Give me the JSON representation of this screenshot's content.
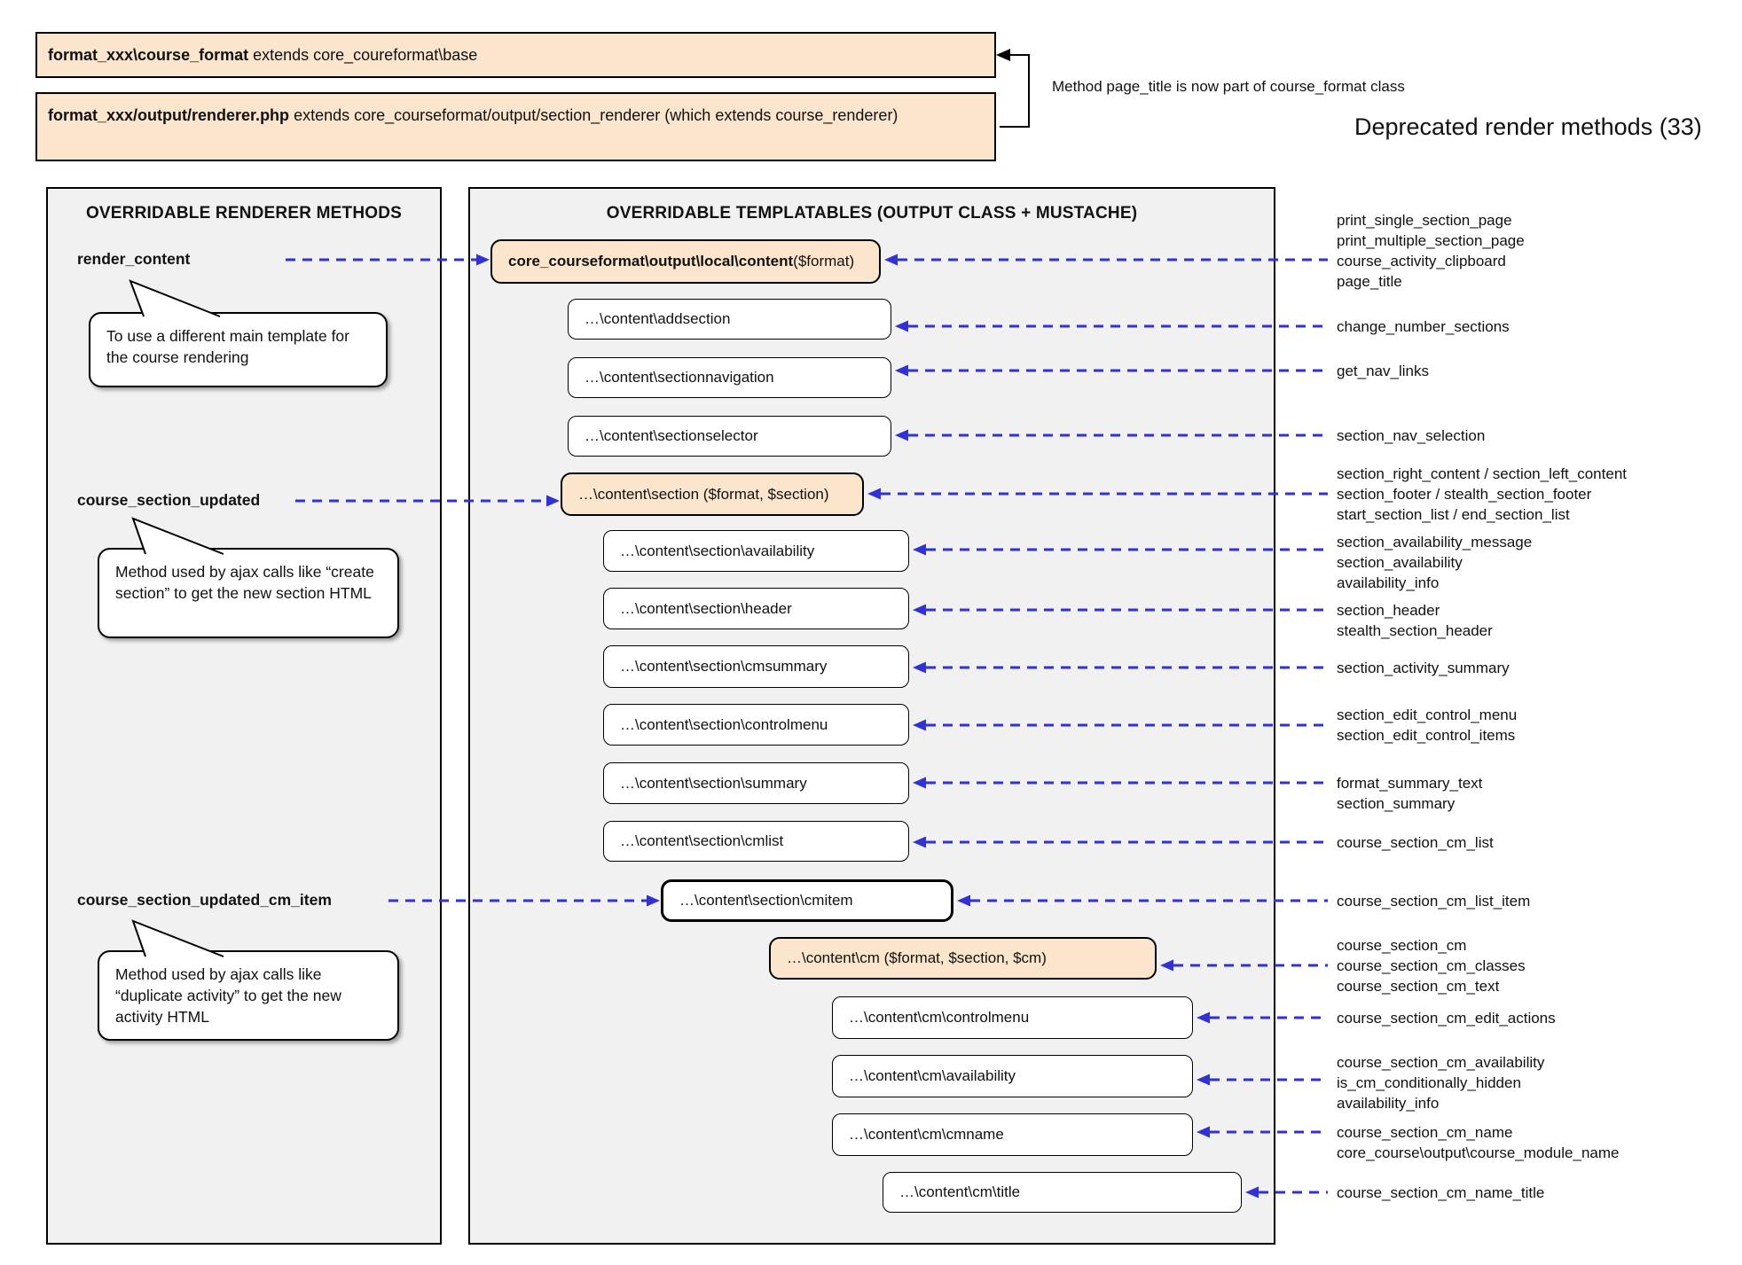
{
  "header": {
    "box1": {
      "bold": "format_xxx\\course_format",
      "rest": " extends core_coureformat\\base"
    },
    "box2": {
      "bold": "format_xxx/output/renderer.php",
      "rest": " extends core_courseformat/output/section_renderer (which extends course_renderer)"
    },
    "bracket_note": "Method page_title is now part of course_format class",
    "deprecated_title": "Deprecated render methods (33)"
  },
  "left_panel": {
    "title": "OVERRIDABLE RENDERER METHODS",
    "methods": [
      {
        "name": "render_content",
        "note": "To use a different main template for the course rendering"
      },
      {
        "name": "course_section_updated",
        "note": "Method used by ajax calls like “create section” to get the new section HTML"
      },
      {
        "name": "course_section_updated_cm_item",
        "note": "Method used by ajax calls like “duplicate activity” to get the new activity HTML"
      }
    ]
  },
  "middle_panel": {
    "title": "OVERRIDABLE TEMPLATABLES (OUTPUT CLASS + MUSTACHE)",
    "boxes": [
      {
        "bold": "core_courseformat\\output\\local\\content",
        "rest": " ($format)"
      },
      {
        "label": "…\\content\\addsection"
      },
      {
        "label": "…\\content\\sectionnavigation"
      },
      {
        "label": "…\\content\\sectionselector"
      },
      {
        "label": "…\\content\\section ($format, $section)"
      },
      {
        "label": "…\\content\\section\\availability"
      },
      {
        "label": "…\\content\\section\\header"
      },
      {
        "label": "…\\content\\section\\cmsummary"
      },
      {
        "label": "…\\content\\section\\controlmenu"
      },
      {
        "label": "…\\content\\section\\summary"
      },
      {
        "label": "…\\content\\section\\cmlist"
      },
      {
        "label": "…\\content\\section\\cmitem"
      },
      {
        "label": "…\\content\\cm ($format, $section, $cm)"
      },
      {
        "label": "…\\content\\cm\\controlmenu"
      },
      {
        "label": "…\\content\\cm\\availability"
      },
      {
        "label": "…\\content\\cm\\cmname"
      },
      {
        "label": "…\\content\\cm\\title"
      }
    ]
  },
  "right_labels": [
    {
      "text": "print_single_section_page\nprint_multiple_section_page\ncourse_activity_clipboard\npage_title"
    },
    {
      "text": "change_number_sections"
    },
    {
      "text": "get_nav_links"
    },
    {
      "text": "section_nav_selection"
    },
    {
      "text": "section_right_content / section_left_content\nsection_footer / stealth_section_footer\nstart_section_list / end_section_list"
    },
    {
      "text": "section_availability_message\nsection_availability\navailability_info"
    },
    {
      "text": "section_header\nstealth_section_header"
    },
    {
      "text": "section_activity_summary"
    },
    {
      "text": "section_edit_control_menu\nsection_edit_control_items"
    },
    {
      "text": "format_summary_text\nsection_summary"
    },
    {
      "text": "course_section_cm_list"
    },
    {
      "text": "course_section_cm_list_item"
    },
    {
      "text": "course_section_cm\ncourse_section_cm_classes\ncourse_section_cm_text"
    },
    {
      "text": "course_section_cm_edit_actions"
    },
    {
      "text": "course_section_cm_availability\nis_cm_conditionally_hidden\navailability_info"
    },
    {
      "text": "course_section_cm_name\ncore_course\\output\\course_module_name"
    },
    {
      "text": "course_section_cm_name_title"
    }
  ],
  "colors": {
    "accent_orange": "#fce5cd",
    "arrow_blue": "#3131d4",
    "panel_fill": "#f1f1f2",
    "border_black": "#000000"
  }
}
